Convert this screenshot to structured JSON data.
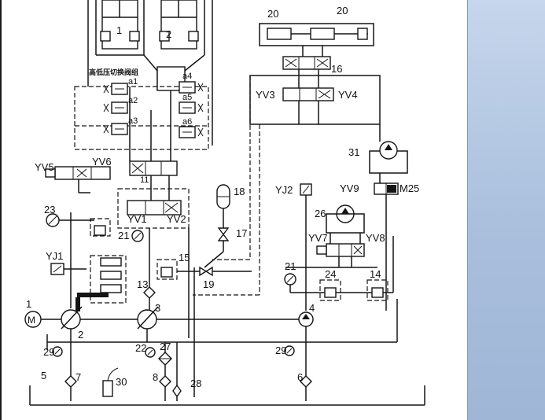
{
  "diagram": {
    "valve_group_title": "高低压切换阀组",
    "labels": {
      "cyl1": "1",
      "cyl2": "2",
      "a1": "a1",
      "a2": "a2",
      "a3": "a3",
      "a4": "a4",
      "a5": "a5",
      "a6": "a6",
      "yv5": "YV5",
      "yv6": "YV6",
      "n11": "11",
      "yv1": "YV1",
      "yv2": "YV2",
      "n23": "23",
      "n21a": "21",
      "yj1": "YJ1",
      "n15": "15",
      "n13": "13",
      "n19": "19",
      "n18": "18",
      "n17": "17",
      "n20a": "20",
      "n20b": "20",
      "n16": "16",
      "yv3": "YV3",
      "yv4": "YV4",
      "yj2": "YJ2",
      "n31": "31",
      "yv9": "YV9",
      "m25": "M25",
      "n26": "26",
      "yv7": "YV7",
      "yv8": "YV8",
      "n21b": "21",
      "n24": "24",
      "n14": "14",
      "n1": "1",
      "n2": "2",
      "n3": "3",
      "n4": "4",
      "n29a": "29",
      "n22": "22",
      "n27": "27",
      "n29b": "29",
      "n5": "5",
      "n7": "7",
      "n30": "30",
      "n8": "8",
      "n28": "28",
      "n6": "6"
    }
  }
}
